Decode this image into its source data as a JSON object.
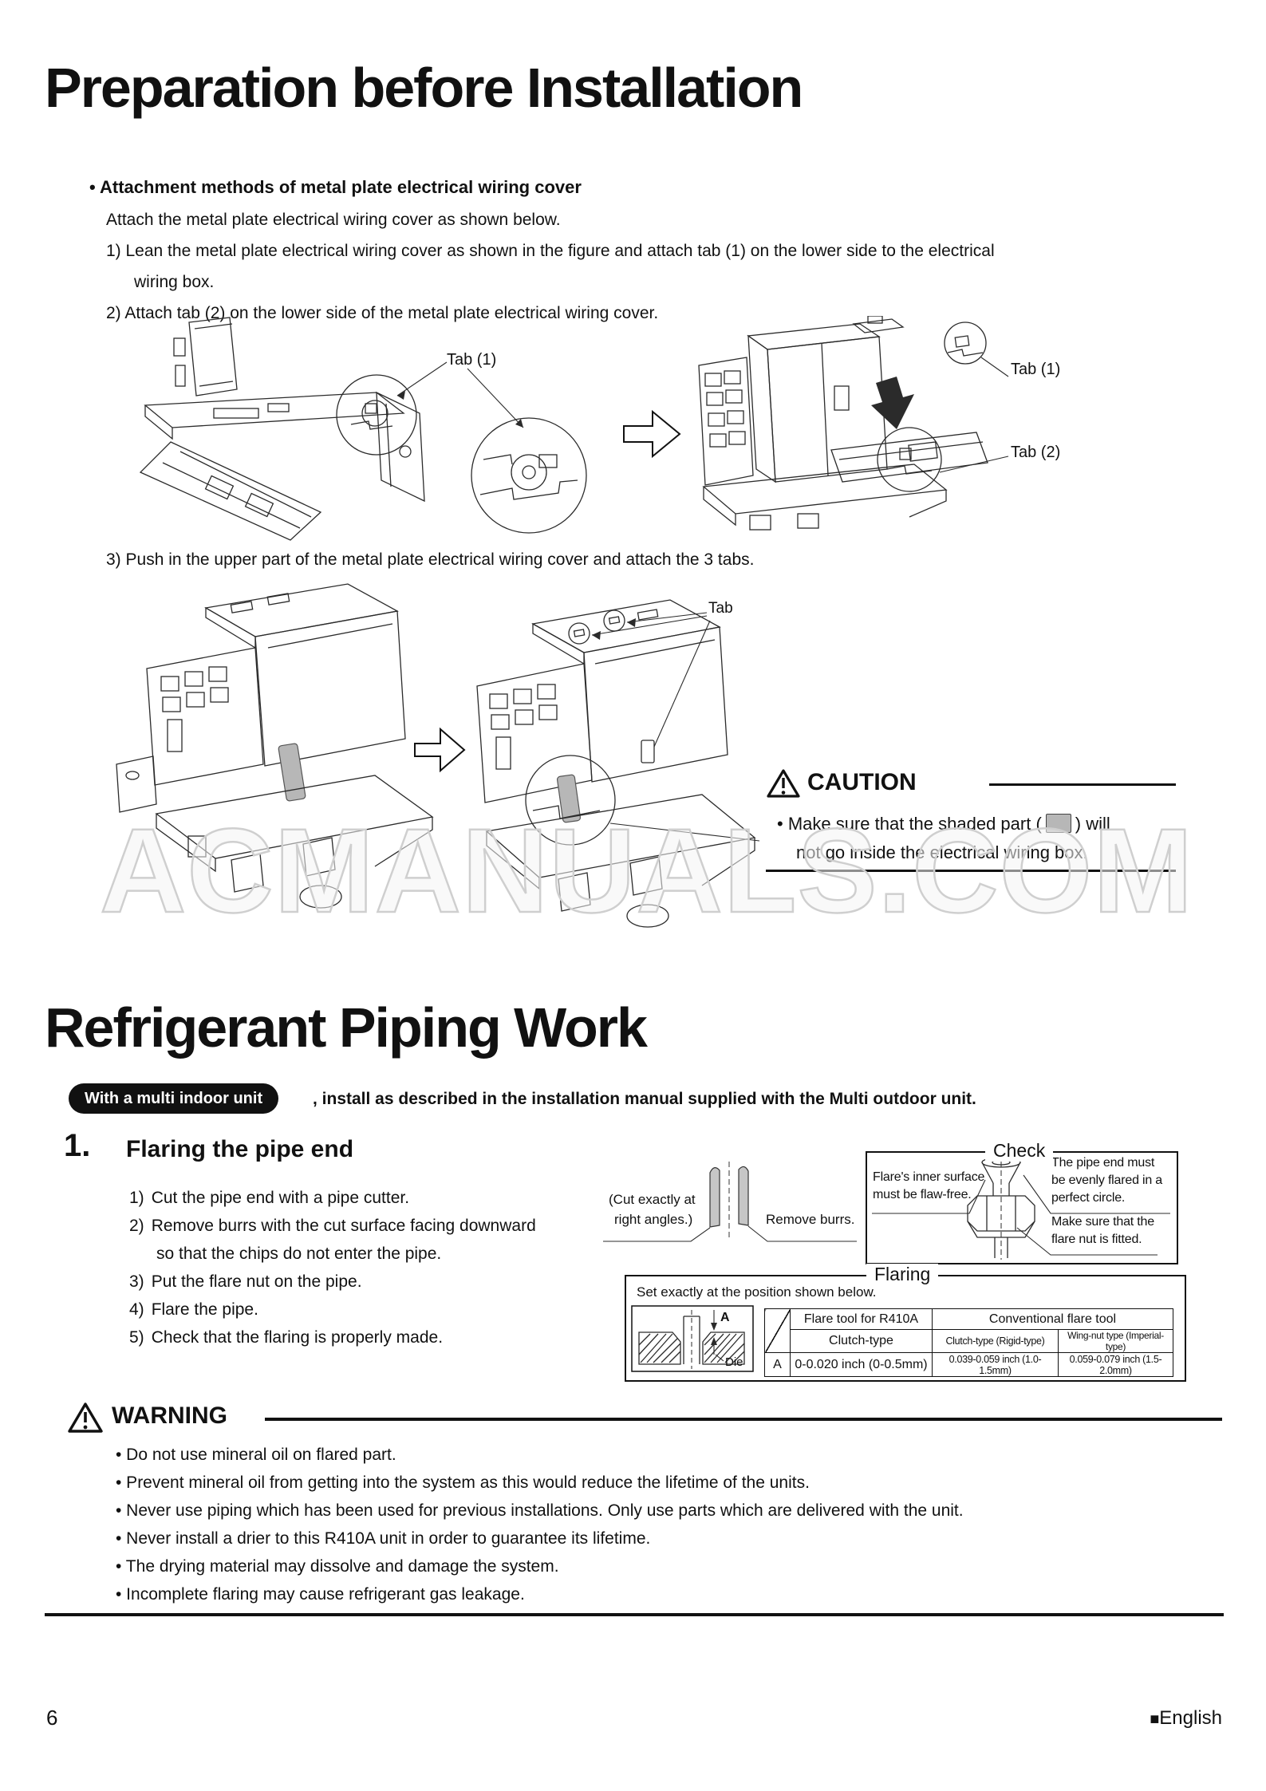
{
  "chars": {
    "square": "■"
  },
  "page": {
    "number": "6",
    "language": "English"
  },
  "watermark": "ACMANUALS.COM",
  "prep": {
    "title": "Preparation before Installation",
    "attachment_header": "• Attachment methods of metal plate electrical wiring cover",
    "intro": "Attach the metal plate electrical wiring cover as shown below.",
    "step1a": "1) Lean the metal plate electrical wiring cover as shown in the figure and attach tab (1) on the lower side to the electrical",
    "step1b": "wiring box.",
    "step2": "2) Attach tab (2) on the lower side of the metal plate electrical wiring cover.",
    "step3": "3) Push in the upper part of the metal plate electrical wiring cover and attach the 3 tabs.",
    "fig1": {
      "tab1_left": "Tab (1)",
      "tab1_right": "Tab (1)",
      "tab2_right": "Tab (2)"
    },
    "fig2": {
      "tab": "Tab"
    },
    "caution": {
      "title": "CAUTION",
      "line1_before": "• Make sure that the shaded part (",
      "line1_after": ") will",
      "line2": "not go inside the electrical wiring box."
    }
  },
  "piping": {
    "title": "Refrigerant Piping Work",
    "badge": "With a multi indoor unit",
    "after_badge": ", install as described in the installation manual supplied with the Multi outdoor unit.",
    "flare": {
      "num": "1.",
      "title": "Flaring the pipe end",
      "n1": "1)",
      "s1": "Cut the pipe end with a pipe cutter.",
      "n2": "2)",
      "s2a": "Remove burrs with the cut surface facing downward",
      "s2b": "so that the chips do not enter the pipe.",
      "n3": "3)",
      "s3": "Put the flare nut on the pipe.",
      "n4": "4)",
      "s4": "Flare the pipe.",
      "n5": "5)",
      "s5": "Check that the flaring is properly made.",
      "cut1": "(Cut exactly at",
      "cut2": "right angles.)",
      "remove": "Remove burrs.",
      "check": {
        "title": "Check",
        "left1": "Flare's inner surface",
        "left2": "must be flaw-free.",
        "r1a": "The pipe end must",
        "r1b": "be evenly flared in a",
        "r1c": "perfect circle.",
        "r2a": "Make sure that the",
        "r2b": "flare nut is fitted."
      },
      "flaring_box": {
        "title": "Flaring",
        "caption": "Set exactly at the position shown below.",
        "dim": "A",
        "die": "Die",
        "col_r410a": "Flare tool for R410A",
        "col_conv": "Conventional flare tool",
        "clutch": "Clutch-type",
        "clutch_rigid": "Clutch-type (Rigid-type)",
        "wingnut": "Wing-nut type (Imperial-type)",
        "row_label": "A",
        "v1": "0-0.020 inch (0-0.5mm)",
        "v2": "0.039-0.059 inch (1.0-1.5mm)",
        "v3": "0.059-0.079 inch (1.5-2.0mm)"
      }
    }
  },
  "warning": {
    "title": "WARNING",
    "bullets": [
      "• Do not use mineral oil on flared part.",
      "• Prevent mineral oil from getting into the system as this would reduce the lifetime of the units.",
      "• Never use piping which has been used for previous installations. Only use parts which are delivered with the unit.",
      "• Never install a drier to this R410A unit in order to guarantee its lifetime.",
      "• The drying material may dissolve and damage the system.",
      "• Incomplete flaring may cause refrigerant gas leakage."
    ]
  }
}
